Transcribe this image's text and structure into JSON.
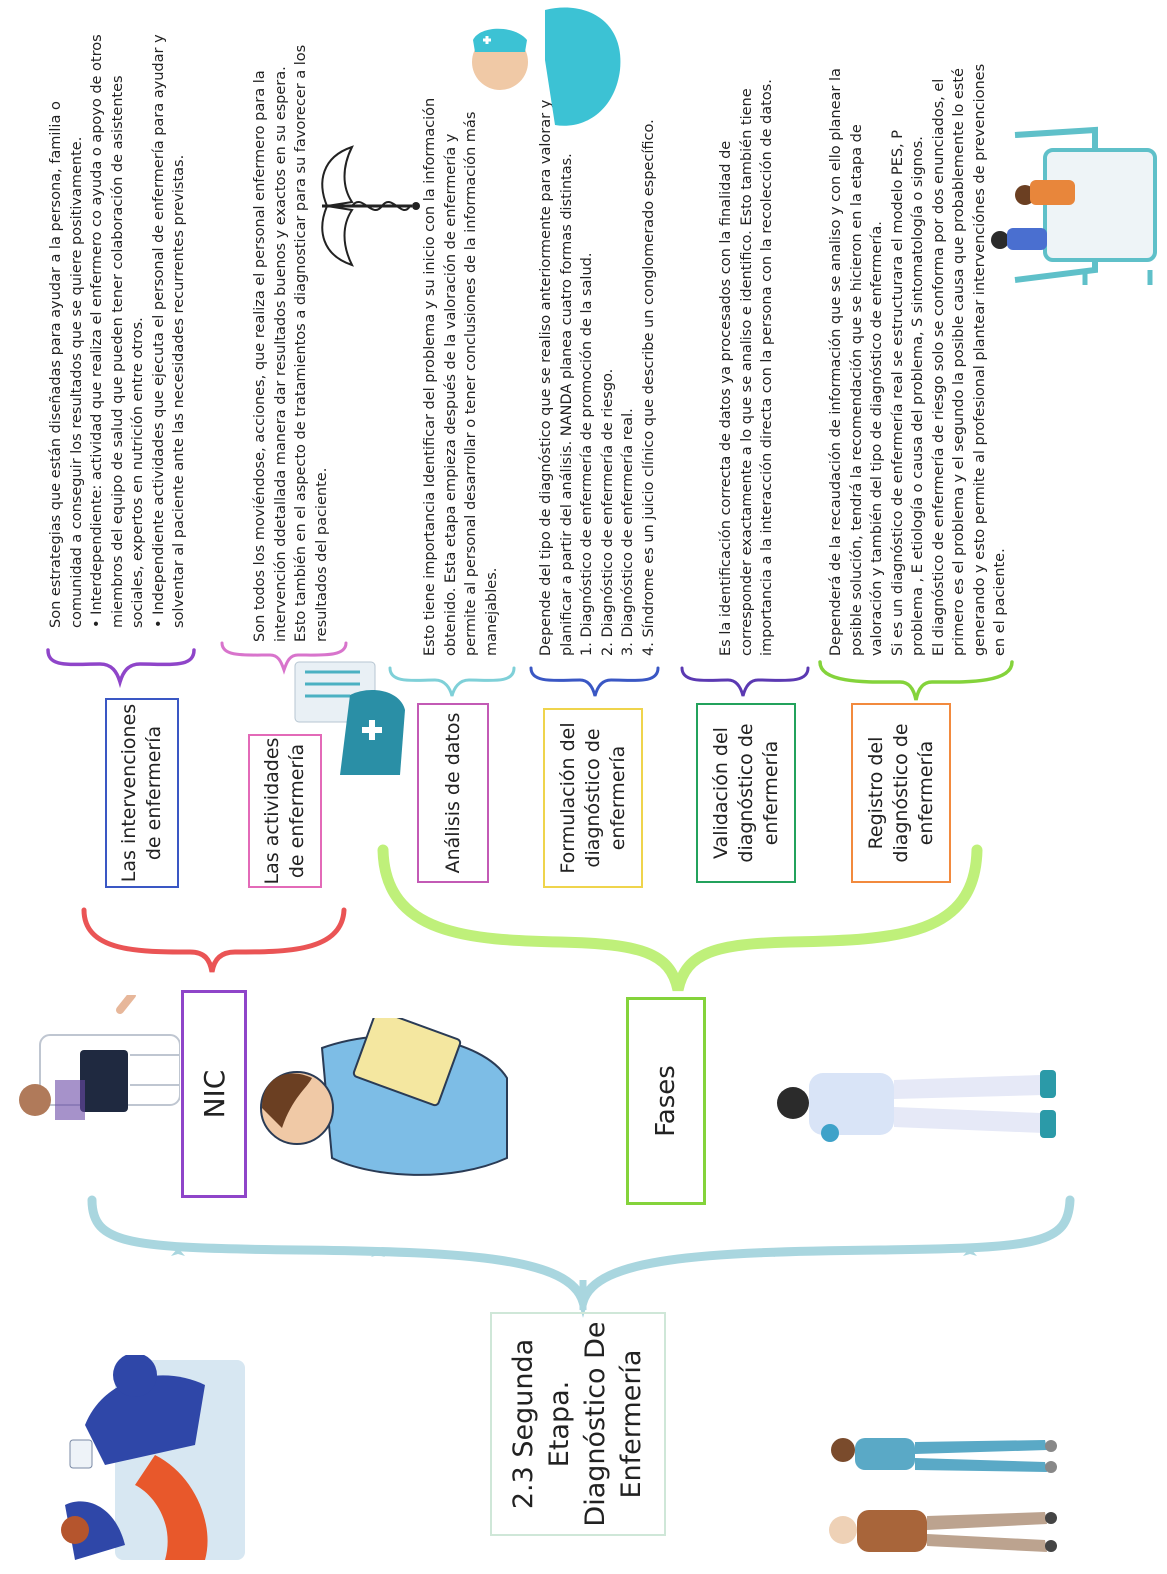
{
  "main_topic": "2.3 Segunda\nEtapa.\nDiagnóstico De\nEnfermería",
  "colors": {
    "trunk": "#a9d6df",
    "nic": "#8f45c9",
    "nic_brace": "#ea5455",
    "fases": "#84d33b",
    "fases_brace": "#bff07a",
    "analisis": "#c35ab5",
    "formulacion": "#efd44c",
    "validacion": "#23a25c",
    "registro": "#f28a3e",
    "intervenciones": "#3a57c4",
    "actividades": "#e36ab8"
  },
  "nic": {
    "label": "NIC",
    "intervenciones": {
      "label": "Las intervenciones\nde enfermería",
      "description": "Son estrategias que están diseñadas para ayudar a la persona, familia o\ncomunidad a conseguir los resultados que se quiere positivamente.\n• Interdependiente: actividad que realiza el enfermero co  ayuda o apoyo de otros\nmiembros del equipo de salud que pueden tener colaboración de asistentes\nsociales, expertos en nutrición entre otros.\n• Independiente actividades que ejecuta el personal de enfermería para ayudar y\nsolventar al paciente ante las necesidades recurrentes previstas."
    },
    "actividades": {
      "label": "Las actividades\nde enfermería",
      "description": "Son todos los moviéndose, acciones,  que realiza el personal enfermero para la\nintervención ddetallada manera dar resultados buenos y exactos en su espera.\nEsto también en el aspecto de tratamientos a diagnosticar para su favorecer a los\nresultados del paciente."
    }
  },
  "fases": {
    "label": "Fases",
    "items": [
      {
        "label": "Análisis de datos",
        "description": "Esto tiene importancia Identificar del problema y su inicio con la información\nobtenido. Esta etapa empieza después de la valoración de enfermería y\npermite al personal desarrollar o tener conclusiones de la información más\nmanejables."
      },
      {
        "label": "Formulación del\ndiagnóstico de\nenfermería",
        "description": "Depende del tipo de diagnóstico que se realiso anteriormente para valorar y\nplanificar a partir del análisis. NANDA planea cuatro formas distintas.\n1. Diagnóstico de enfermería de promoción de la salud.\n2. Diagnóstico de enfermería de riesgo.\n3. Diagnóstico de enfermería real.\n4. Síndrome es un juicio clínico que describe un conglomerado específico."
      },
      {
        "label": "Validación del\ndiagnóstico de\nenfermería",
        "description": "Es la identificación correcta de datos ya procesados con la finalidad de\ncorresponder exactamente a lo que se analiso e identifico. Esto también tiene\nimportancia a la interacción directa con la persona con la recolección de datos."
      },
      {
        "label": "Registro del\ndiagnóstico de\nenfermería",
        "description": "Dependerá de la recaudación de información que se analiso y con ello planear la\nposible solución, tendrá la recomendación que se hicieron en la etapa de\nvaloración y también del tipo de diagnóstico de enfermería.\nSi es un diagnóstico de enfermería real se estructurara el modelo PES, P\nproblema , E etiología o causa del problema, S sintomatología o signos.\nEl diagnóstico de enfermería de riesgo solo se conforma por dos enunciados, el\nprimero es el problema  y el segundo la posible causa que probablemente lo esté\ngenerando y esto permite al profesional plantear intervenciónes de prevenciones\nen el paciente."
      }
    ]
  },
  "icons": [
    "nurse-iv-illustration-icon",
    "nurses-patient-illustration-icon",
    "doctor-tablet-illustration-icon",
    "nurse-clipboard-illustration-icon",
    "nurse-gloves-illustration-icon",
    "nurse-cap-illustration-icon",
    "caduceus-icon",
    "male-nurse-illustration-icon",
    "hospital-bed-illustration-icon"
  ]
}
